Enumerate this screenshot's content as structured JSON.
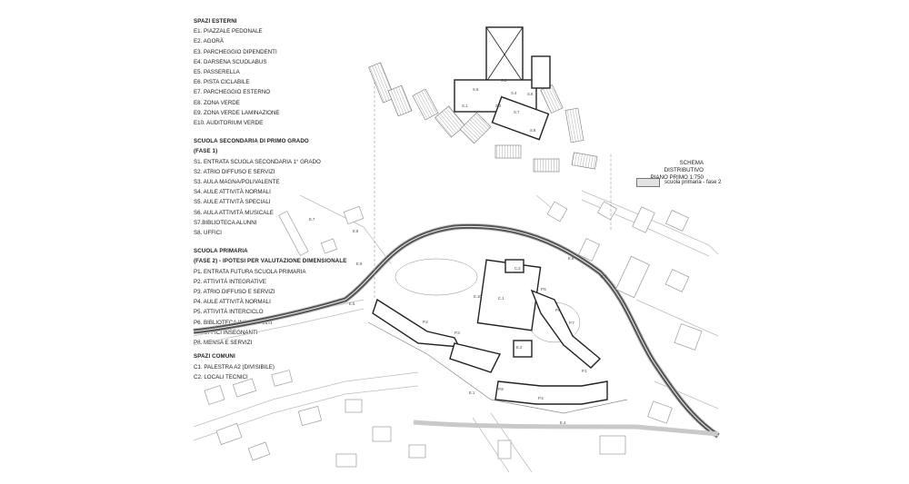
{
  "legend": {
    "spazi_esterni": {
      "title": "SPAZI ESTERNI",
      "items": [
        "E1. PIAZZALE PEDONALE",
        "E2. AGORÀ",
        "E3. PARCHEGGIO DIPENDENTI",
        "E4. DARSENA SCUOLABUS",
        "E5. PASSERELLA",
        "E6. PISTA CICLABILE",
        "E7. PARCHEGGIO ESTERNO",
        "E8. ZONA VERDE",
        "E9. ZONA VERDE LAMINAZIONE",
        "E10. AUDITORIUM VERDE"
      ]
    },
    "secondaria": {
      "title": "SCUOLA SECONDARIA DI PRIMO GRADO",
      "subtitle": "(FASE 1)",
      "items": [
        "S1. ENTRATA SCUOLA SECONDARIA 1° GRADO",
        "S2. ATRIO DIFFUSO E SERVIZI",
        "S3. AULA MAGNA/POLIVALENTE",
        "S4. AULE  ATTIVITÀ NORMALI",
        "S5. AULE ATTIVITÀ SPECIALI",
        "S6. AULA ATTIVITÀ MUSICALE",
        "S7.BIBLIOTECA ALUNNI",
        "S8. UFFICI"
      ]
    },
    "primaria": {
      "title": "SCUOLA PRIMARIA",
      "subtitle": "(FASE 2) - IPOTESI PER VALUTAZIONE DIMENSIONALE",
      "items": [
        "P1. ENTRATA FUTURA SCUOLA PRIMARIA",
        "P2. ATTIVITÀ INTEGRATIVE",
        "P3. ATRIO DIFFUSO E SERVIZI",
        "P4. AULE ATTIVITÀ NORMALI",
        "P5. ATTIVITÀ INTERCICLO",
        "P6. BIBLIOTECA INSEGNANTI",
        "P7. UFFICI INSEGNANTI",
        "P8. MENSA E SERVIZI"
      ]
    },
    "comuni": {
      "title": "SPAZI COMUNI",
      "items": [
        "C1. PALESTRA A2 (DIVISIBILE)",
        "C2. LOCALI TECNICI"
      ]
    }
  },
  "schema": {
    "line1": "SCHEMA DISTRIBUTIVO",
    "line2": "PIANO PRIMO  1:750",
    "phase_label": "scuola primaria - fase 2"
  },
  "colors": {
    "phase_fill": "#e2e2e2",
    "outline": "#222222",
    "context": "#9a9a9a"
  },
  "plan_labels": [
    "E.1",
    "E.2",
    "E.3",
    "E.4",
    "E.5",
    "E.6",
    "E.7",
    "E.8",
    "E.9",
    "E.10",
    "S.1",
    "S.2",
    "S.3",
    "S.4",
    "S.5",
    "S.6",
    "S.7",
    "S.8",
    "P.1",
    "P.2",
    "P.3",
    "P.4",
    "P.5",
    "P.6",
    "P.7",
    "P.8",
    "C.1",
    "C.2"
  ]
}
